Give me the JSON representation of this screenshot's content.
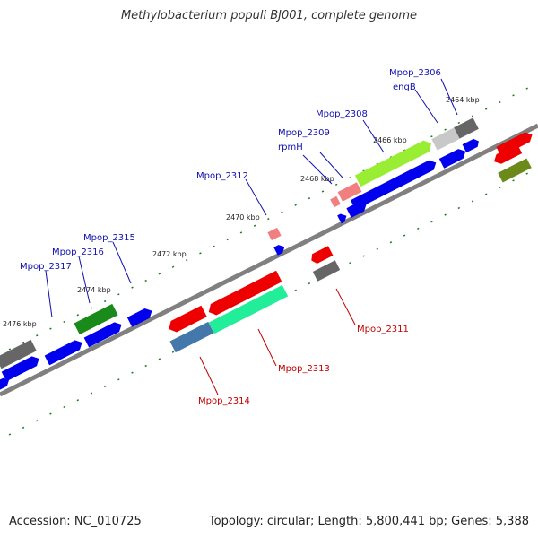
{
  "title": "Methylobacterium populi BJ001, complete genome",
  "footer": {
    "accession": "Accession: NC_010725",
    "summary": "Topology: circular; Length: 5,800,441 bp; Genes: 5,388"
  },
  "scale_labels": [
    "2464 kbp",
    "2466 kbp",
    "2468 kbp",
    "2470 kbp",
    "2472 kbp",
    "2474 kbp",
    "2476 kbp"
  ],
  "gene_labels_top": [
    {
      "name": "Mpop_2306",
      "alias": "engB"
    },
    {
      "name": "Mpop_2308"
    },
    {
      "name": "Mpop_2309",
      "alias": "rpmH"
    },
    {
      "name": "Mpop_2312"
    },
    {
      "name": "Mpop_2315"
    },
    {
      "name": "Mpop_2316"
    },
    {
      "name": "Mpop_2317"
    }
  ],
  "gene_labels_bottom": [
    "Mpop_2311",
    "Mpop_2313",
    "Mpop_2314"
  ],
  "colors": {
    "backbone": "#888888",
    "tick": "#1e7a1e",
    "cds_blue": "#0000ee",
    "red": "#ee0000",
    "pink": "#f08080",
    "lime": "#99ee33",
    "green": "#1a8a1a",
    "grey": "#666666",
    "lightgrey": "#c8c8c8",
    "olive": "#6b8a1a",
    "aqua": "#22ee99",
    "steel": "#4477aa"
  }
}
